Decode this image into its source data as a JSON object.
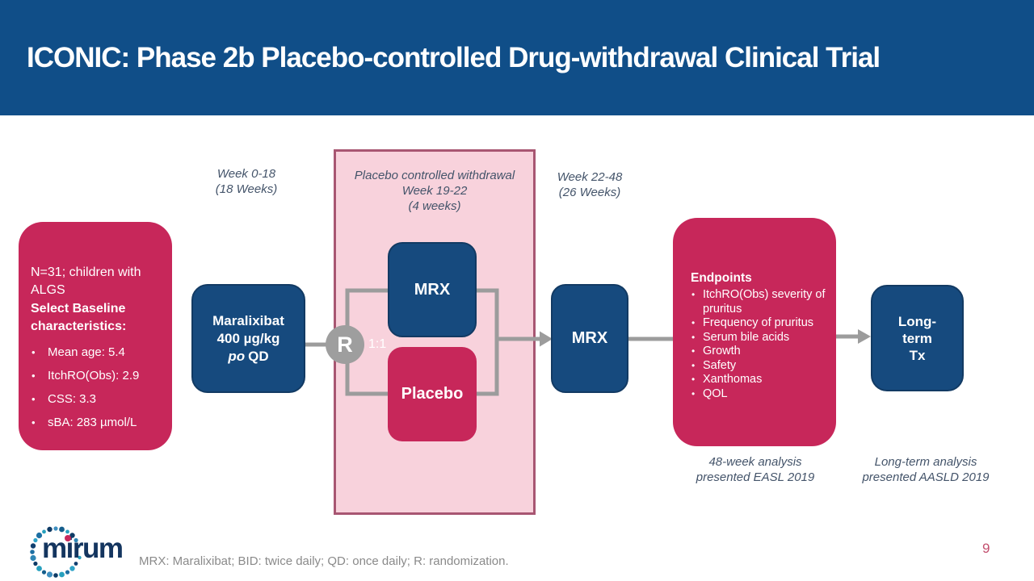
{
  "colors": {
    "header_blue": "#104E88",
    "navy_box": "#164A7E",
    "crimson": "#C7275A",
    "panel_pink": "#F8D2DC",
    "panel_border": "#A85672",
    "connector_gray": "#9C9C9C",
    "randomization_gray": "#9E9E9E",
    "label_slate": "#44546A",
    "footnote_gray": "#8A8A8A",
    "page_number_rose": "#C34F6E",
    "logo_navy": "#14355F"
  },
  "header": {
    "title": "ICONIC: Phase 2b Placebo-controlled Drug-withdrawal Clinical Trial"
  },
  "timeline": {
    "phase1_line1": "Week 0-18",
    "phase1_line2": "(18 Weeks)",
    "withdrawal_line1": "Placebo controlled withdrawal",
    "withdrawal_line2": "Week 19-22",
    "withdrawal_line3": "(4 weeks)",
    "phase3_line1": "Week 22-48",
    "phase3_line2": "(26 Weeks)"
  },
  "population": {
    "intro": "N=31; children with ALGS",
    "heading": "Select Baseline characteristics:",
    "bullets": [
      "Mean age: 5.4",
      "ItchRO(Obs): 2.9",
      "CSS: 3.3",
      "sBA: 283 µmol/L"
    ]
  },
  "treatment": {
    "line1": "Maralixibat",
    "line2": "400 µg/kg",
    "line3_po": "po",
    "line3_qd": "QD"
  },
  "randomization": {
    "symbol": "R",
    "ratio": "1:1"
  },
  "arms": {
    "mrx": "MRX",
    "placebo": "Placebo"
  },
  "continuation": {
    "mrx": "MRX"
  },
  "endpoints": {
    "heading": "Endpoints",
    "bullets": [
      "ItchRO(Obs) severity of pruritus",
      "Frequency of pruritus",
      "Serum bile acids",
      "Growth",
      "Safety",
      "Xanthomas",
      "QOL"
    ]
  },
  "longterm": {
    "line1": "Long-",
    "line2": "term",
    "line3": "Tx"
  },
  "captions": {
    "week48_line1": "48-week analysis",
    "week48_line2": "presented EASL 2019",
    "longterm_line1": "Long-term analysis",
    "longterm_line2": "presented AASLD 2019"
  },
  "footer": {
    "footnote": "MRX: Maralixibat; BID: twice daily; QD: once daily; R: randomization.",
    "page_number": "9"
  },
  "logo": {
    "word": "mirum"
  }
}
